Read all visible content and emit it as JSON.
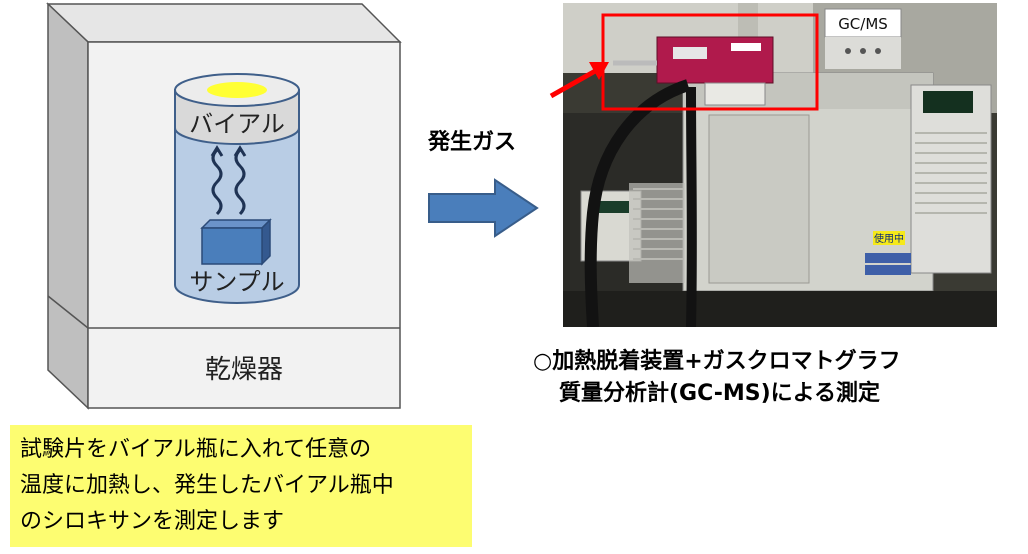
{
  "dryer": {
    "vial_label": "バイアル",
    "sample_label": "サンプル",
    "dryer_label": "乾燥器"
  },
  "flow": {
    "gas_label": "発生ガス"
  },
  "photo": {
    "gcms_sign": "GC/MS",
    "in_use_sign": "使用中"
  },
  "caption": {
    "line1": "○加熱脱着装置+ガスクロマトグラフ",
    "line2": "質量分析計(GC-MS)による測定"
  },
  "note": {
    "line1": "試験片をバイアル瓶に入れて任意の",
    "line2": "温度に加熱し、発生したバイアル瓶中",
    "line3": "のシロキサンを測定します"
  },
  "colors": {
    "arrow_fill": "#4a7ebb",
    "highlight_red": "#ff0000",
    "note_bg": "#fdfd71",
    "vial_fill": "#b9cde5",
    "sample_fill": "#4a7ebb"
  }
}
